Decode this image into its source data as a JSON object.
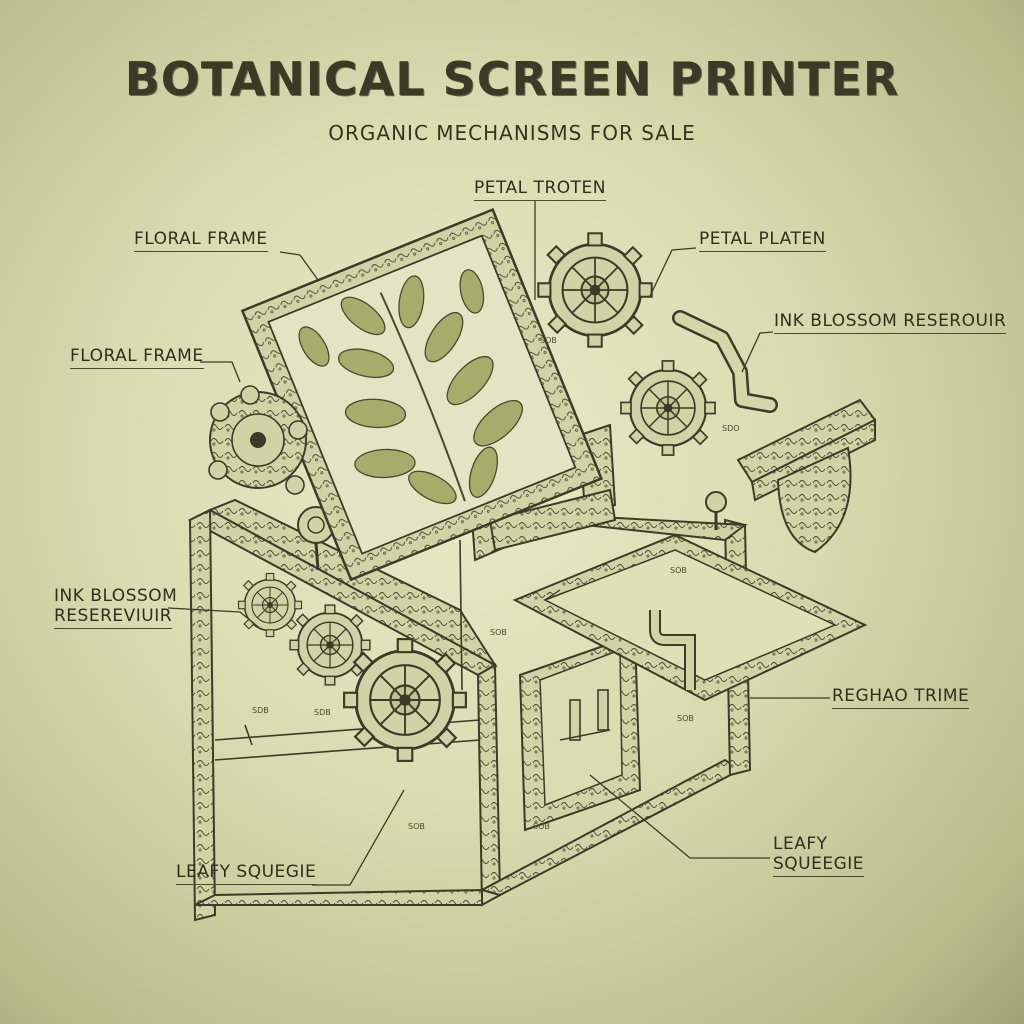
{
  "title": "BOTANICAL SCREEN PRINTER",
  "subtitle": "ORGANIC MECHANISMS FOR SALE",
  "labels": {
    "petal_troten": "PETAL TROTEN",
    "floral_frame_top": "FLORAL FRAME",
    "petal_platen": "PETAL PLATEN",
    "ink_blossom_reserouir": "INK BLOSSOM RESEROUIR",
    "floral_frame_left": "FLORAL FRAME",
    "ink_blossom_line1": "INK BLOSSOM",
    "ink_blossom_line2": "RESEREVIUIR",
    "reghao_trime": "REGHAO TRIME",
    "leafy_squegie_left": "LEAFY SQUEGIE",
    "leafy_line1": "LEAFY",
    "leafy_line2": "SQUEEGIE"
  },
  "small_marks": {
    "m1": "SOB",
    "m2": "SDO",
    "m3": "SOB",
    "m4": "SOB",
    "m5": "SDB",
    "m6": "SDB",
    "m7": "SOB",
    "m8": "SOB",
    "m9": "SOB"
  },
  "colors": {
    "ink": "#3c3b27",
    "leaf": "#9aa25e",
    "frame_fill": "#cfd3a6",
    "background": "#dfe3bb"
  }
}
